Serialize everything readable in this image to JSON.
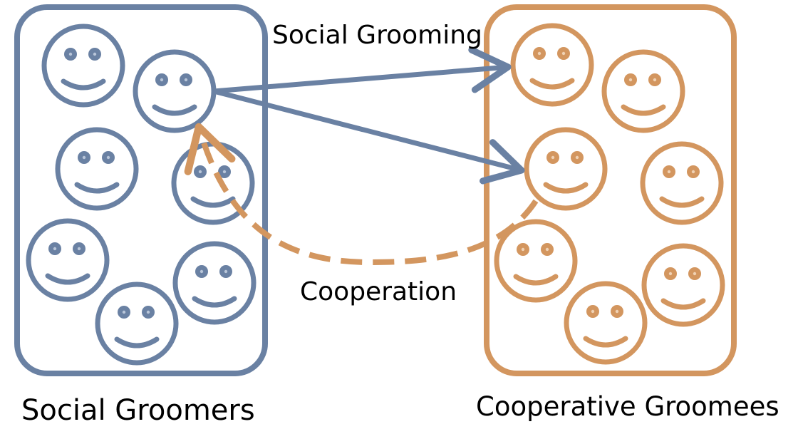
{
  "labels": {
    "left_group": "Social Groomers",
    "right_group": "Cooperative Groomees",
    "grooming": "Social Grooming",
    "cooperation": "Cooperation"
  },
  "colors": {
    "groomers": "#6a81a3",
    "groomees": "#d3965f",
    "text": "#000000"
  },
  "icons": {
    "face": "smiley-face-icon",
    "arrow": "arrow-icon"
  }
}
